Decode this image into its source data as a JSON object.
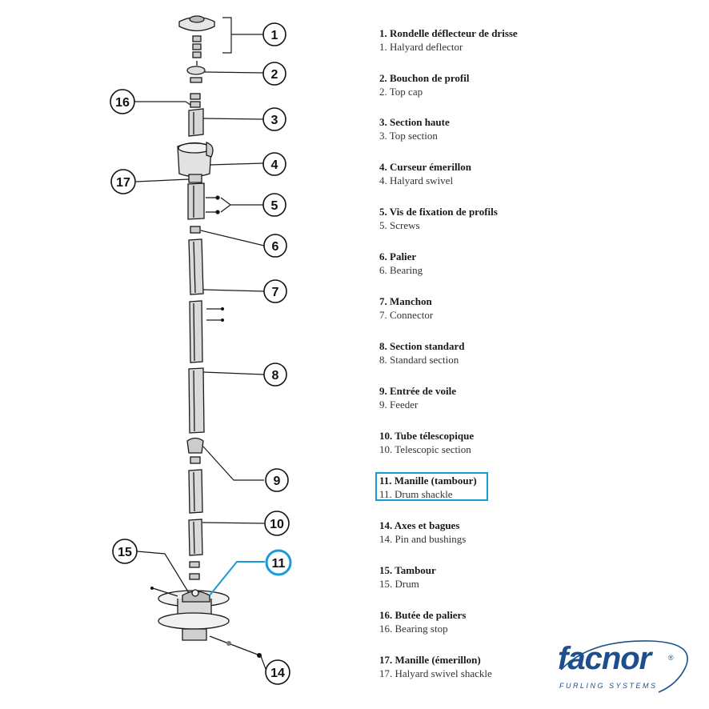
{
  "callouts": [
    "1",
    "2",
    "3",
    "4",
    "5",
    "6",
    "7",
    "8",
    "9",
    "10",
    "11",
    "14",
    "15",
    "16",
    "17"
  ],
  "legend": [
    {
      "fr": "1. Rondelle déflecteur de drisse",
      "en": "1. Halyard deflector"
    },
    {
      "fr": "2. Bouchon de profil",
      "en": "2. Top cap"
    },
    {
      "fr": "3. Section haute",
      "en": "3. Top section"
    },
    {
      "fr": "4. Curseur émerillon",
      "en": "4. Halyard swivel"
    },
    {
      "fr": "5. Vis de fixation de profils",
      "en": "5. Screws"
    },
    {
      "fr": "6. Palier",
      "en": "6. Bearing"
    },
    {
      "fr": "7. Manchon",
      "en": "7. Connector"
    },
    {
      "fr": "8. Section standard",
      "en": "8. Standard section"
    },
    {
      "fr": "9. Entrée de voile",
      "en": "9. Feeder"
    },
    {
      "fr": "10. Tube télescopique",
      "en": "10. Telescopic section"
    },
    {
      "fr": "11. Manille (tambour)",
      "en": "11. Drum shackle"
    },
    {
      "fr": "14. Axes et bagues",
      "en": "14. Pin and bushings"
    },
    {
      "fr": "15. Tambour",
      "en": "15. Drum"
    },
    {
      "fr": "16. Butée de paliers",
      "en": "16. Bearing stop"
    },
    {
      "fr": "17. Manille (émerillon)",
      "en": "17. Halyard swivel shackle"
    }
  ],
  "highlight": {
    "item": "11",
    "color": "#1a9ad6"
  },
  "logo": {
    "name": "facnor",
    "registered": "®",
    "tagline": "FURLING SYSTEMS",
    "color": "#1d4f8e"
  }
}
